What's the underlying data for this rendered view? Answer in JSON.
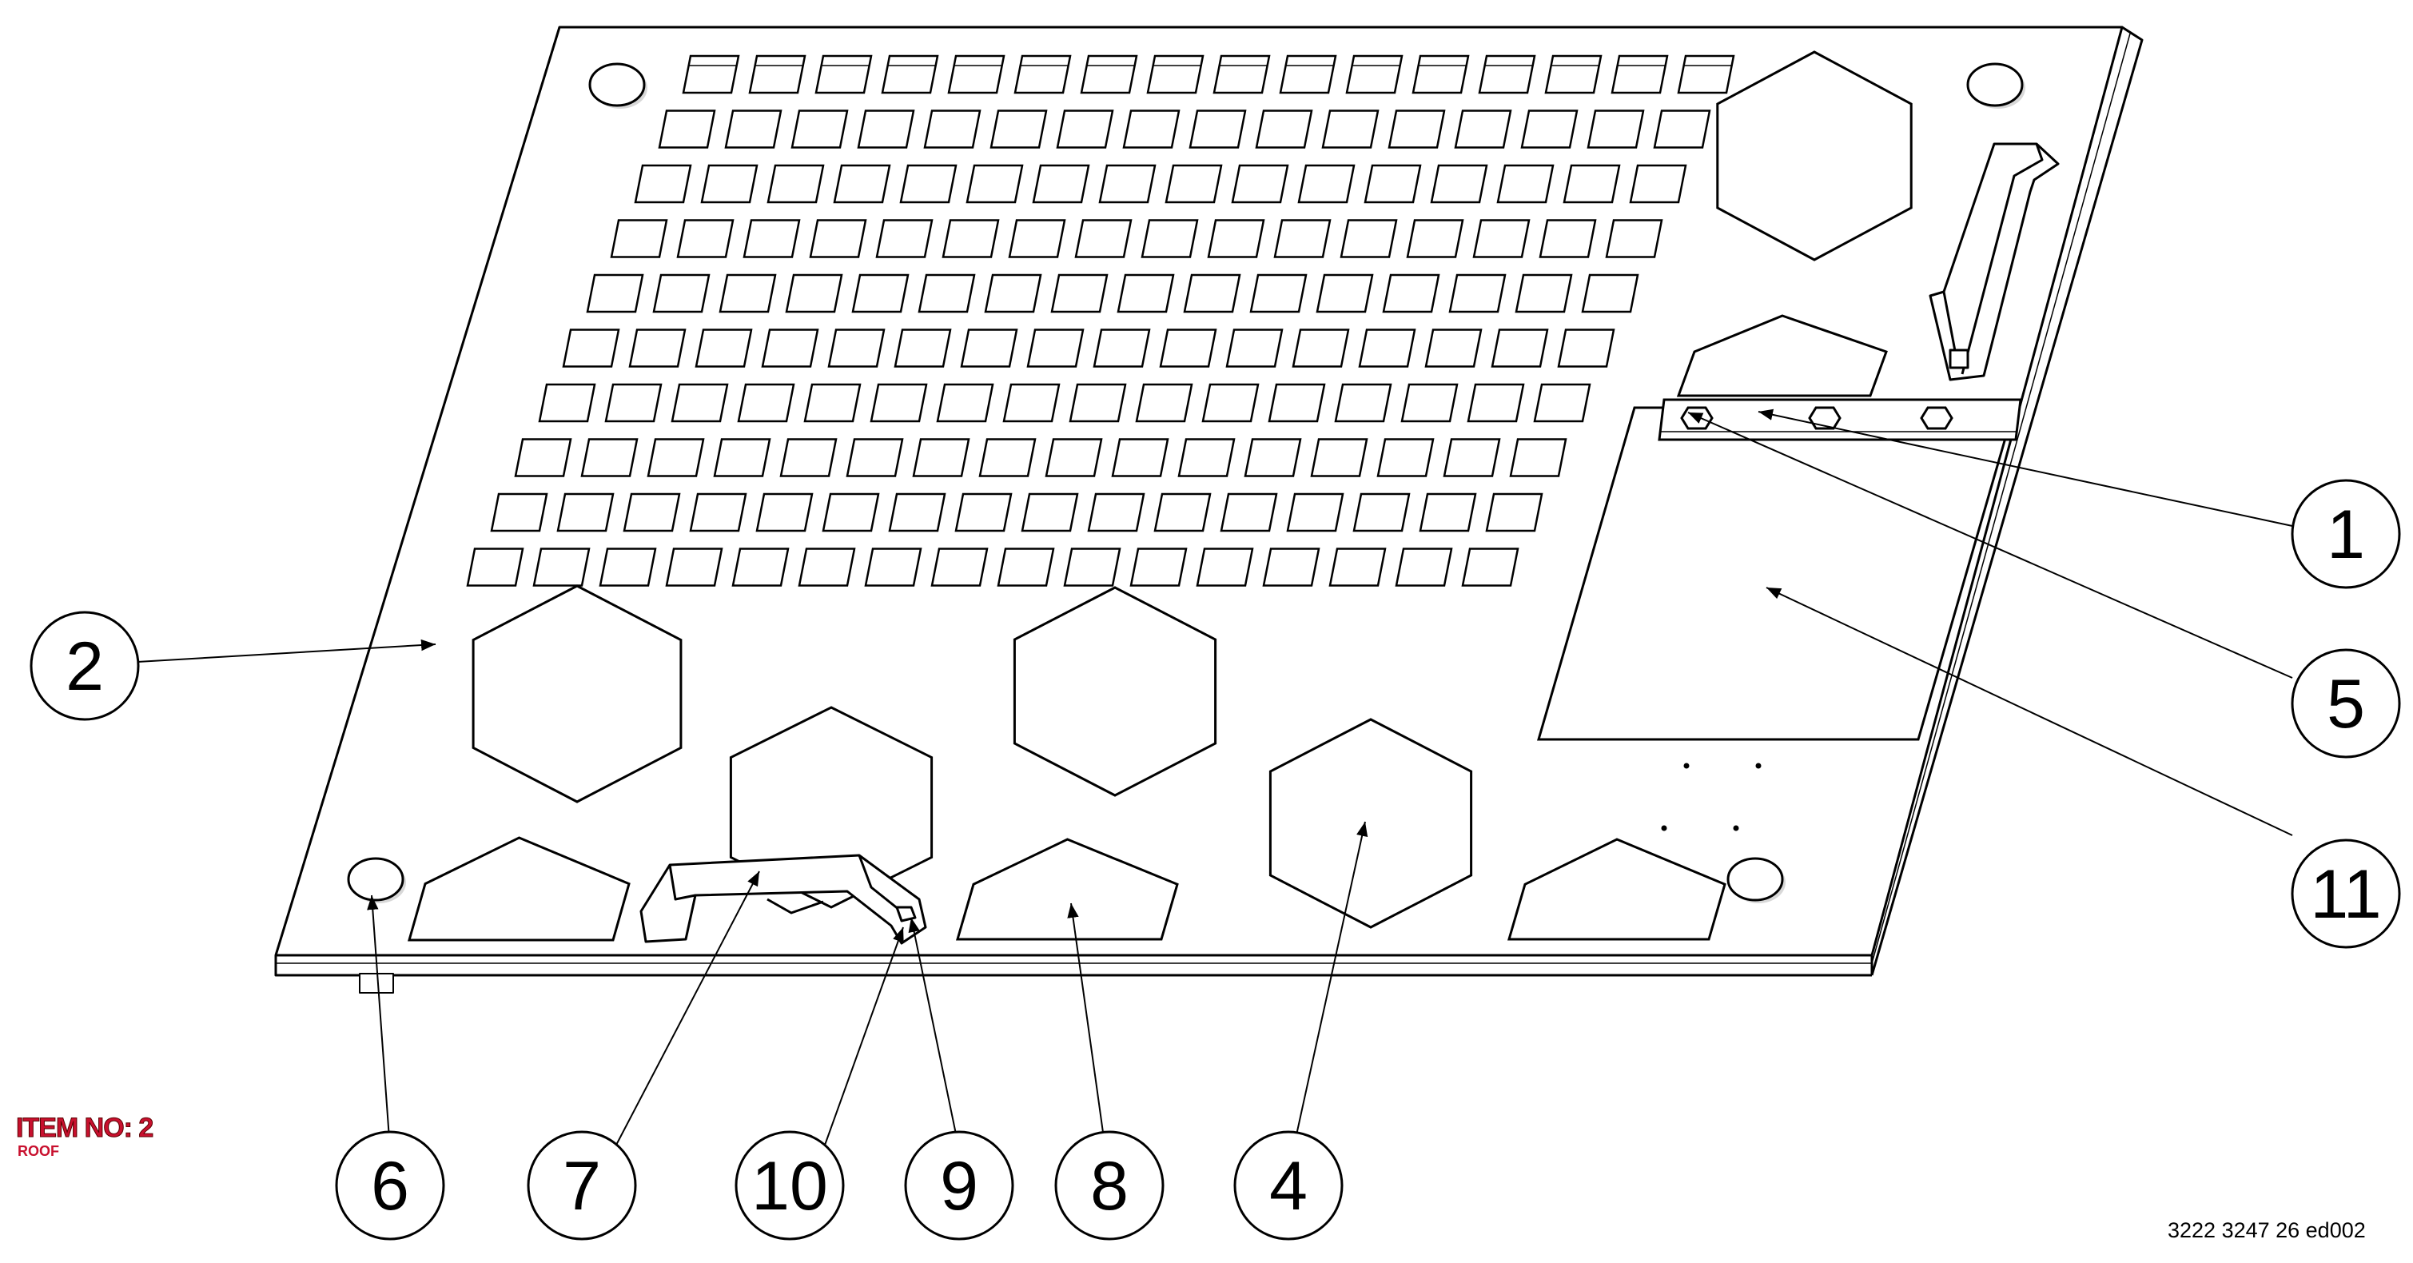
{
  "item_label": "ITEM NO: 2",
  "item_name": "ROOF",
  "document_number": "3222 3247 26 ed002",
  "balloons": [
    {
      "id": "b1",
      "label": "1"
    },
    {
      "id": "b2",
      "label": "2"
    },
    {
      "id": "b4",
      "label": "4"
    },
    {
      "id": "b5",
      "label": "5"
    },
    {
      "id": "b6",
      "label": "6"
    },
    {
      "id": "b7",
      "label": "7"
    },
    {
      "id": "b8",
      "label": "8"
    },
    {
      "id": "b9",
      "label": "9"
    },
    {
      "id": "b10",
      "label": "10"
    },
    {
      "id": "b11",
      "label": "11"
    }
  ]
}
